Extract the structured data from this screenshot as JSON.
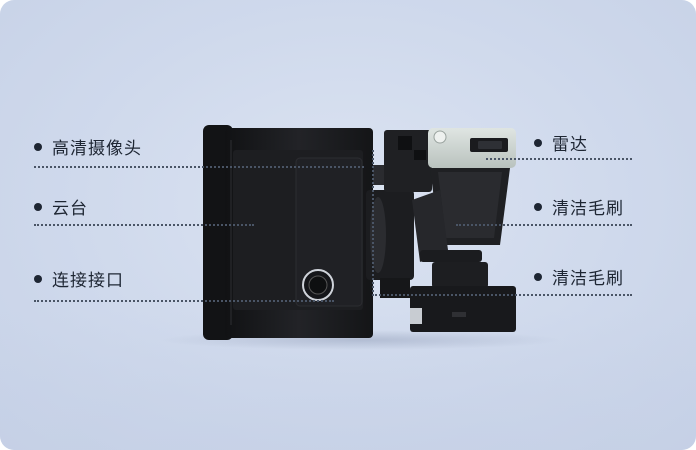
{
  "callouts": {
    "left": [
      {
        "label": "高清摄像头",
        "icon": "bullet-dot-icon"
      },
      {
        "label": "云台",
        "icon": "bullet-dot-icon"
      },
      {
        "label": "连接接口",
        "icon": "bullet-dot-icon"
      }
    ],
    "right": [
      {
        "label": "雷达",
        "icon": "bullet-dot-icon"
      },
      {
        "label": "清洁毛刷",
        "icon": "bullet-dot-icon"
      },
      {
        "label": "清洁毛刷",
        "icon": "bullet-dot-icon"
      }
    ]
  },
  "colors": {
    "background": "#cfd9ec",
    "text": "#1e2633",
    "device_body": "#1b1c1f",
    "radar_housing": "#c8d0cc"
  }
}
